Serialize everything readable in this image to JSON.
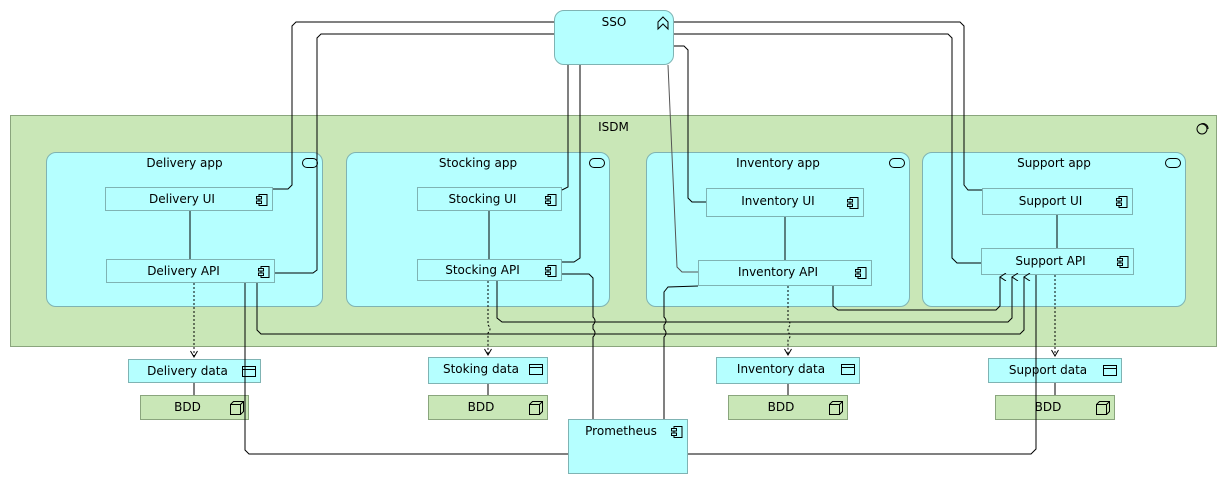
{
  "diagram": {
    "external": {
      "sso": {
        "label": "SSO",
        "icon": "application-interface-icon"
      }
    },
    "group": {
      "label": "ISDM",
      "icon": "location-icon"
    },
    "apps": [
      {
        "label": "Delivery app",
        "ui": "Delivery UI",
        "api": "Delivery API",
        "data": "Delivery data",
        "store": "BDD"
      },
      {
        "label": "Stocking app",
        "ui": "Stocking UI",
        "api": "Stocking API",
        "data": "Stoking data",
        "store": "BDD"
      },
      {
        "label": "Inventory app",
        "ui": "Inventory UI",
        "api": "Inventory API",
        "data": "Inventory data",
        "store": "BDD"
      },
      {
        "label": "Support app",
        "ui": "Support UI",
        "api": "Support API",
        "data": "Support data",
        "store": "BDD"
      }
    ],
    "monitoring": {
      "label": "Prometheus"
    },
    "colors": {
      "application": "#b5ffff",
      "technology": "#c9e7b7",
      "application_border": "#7fb3b3",
      "technology_border": "#8aa57d",
      "line": "#000000"
    }
  }
}
